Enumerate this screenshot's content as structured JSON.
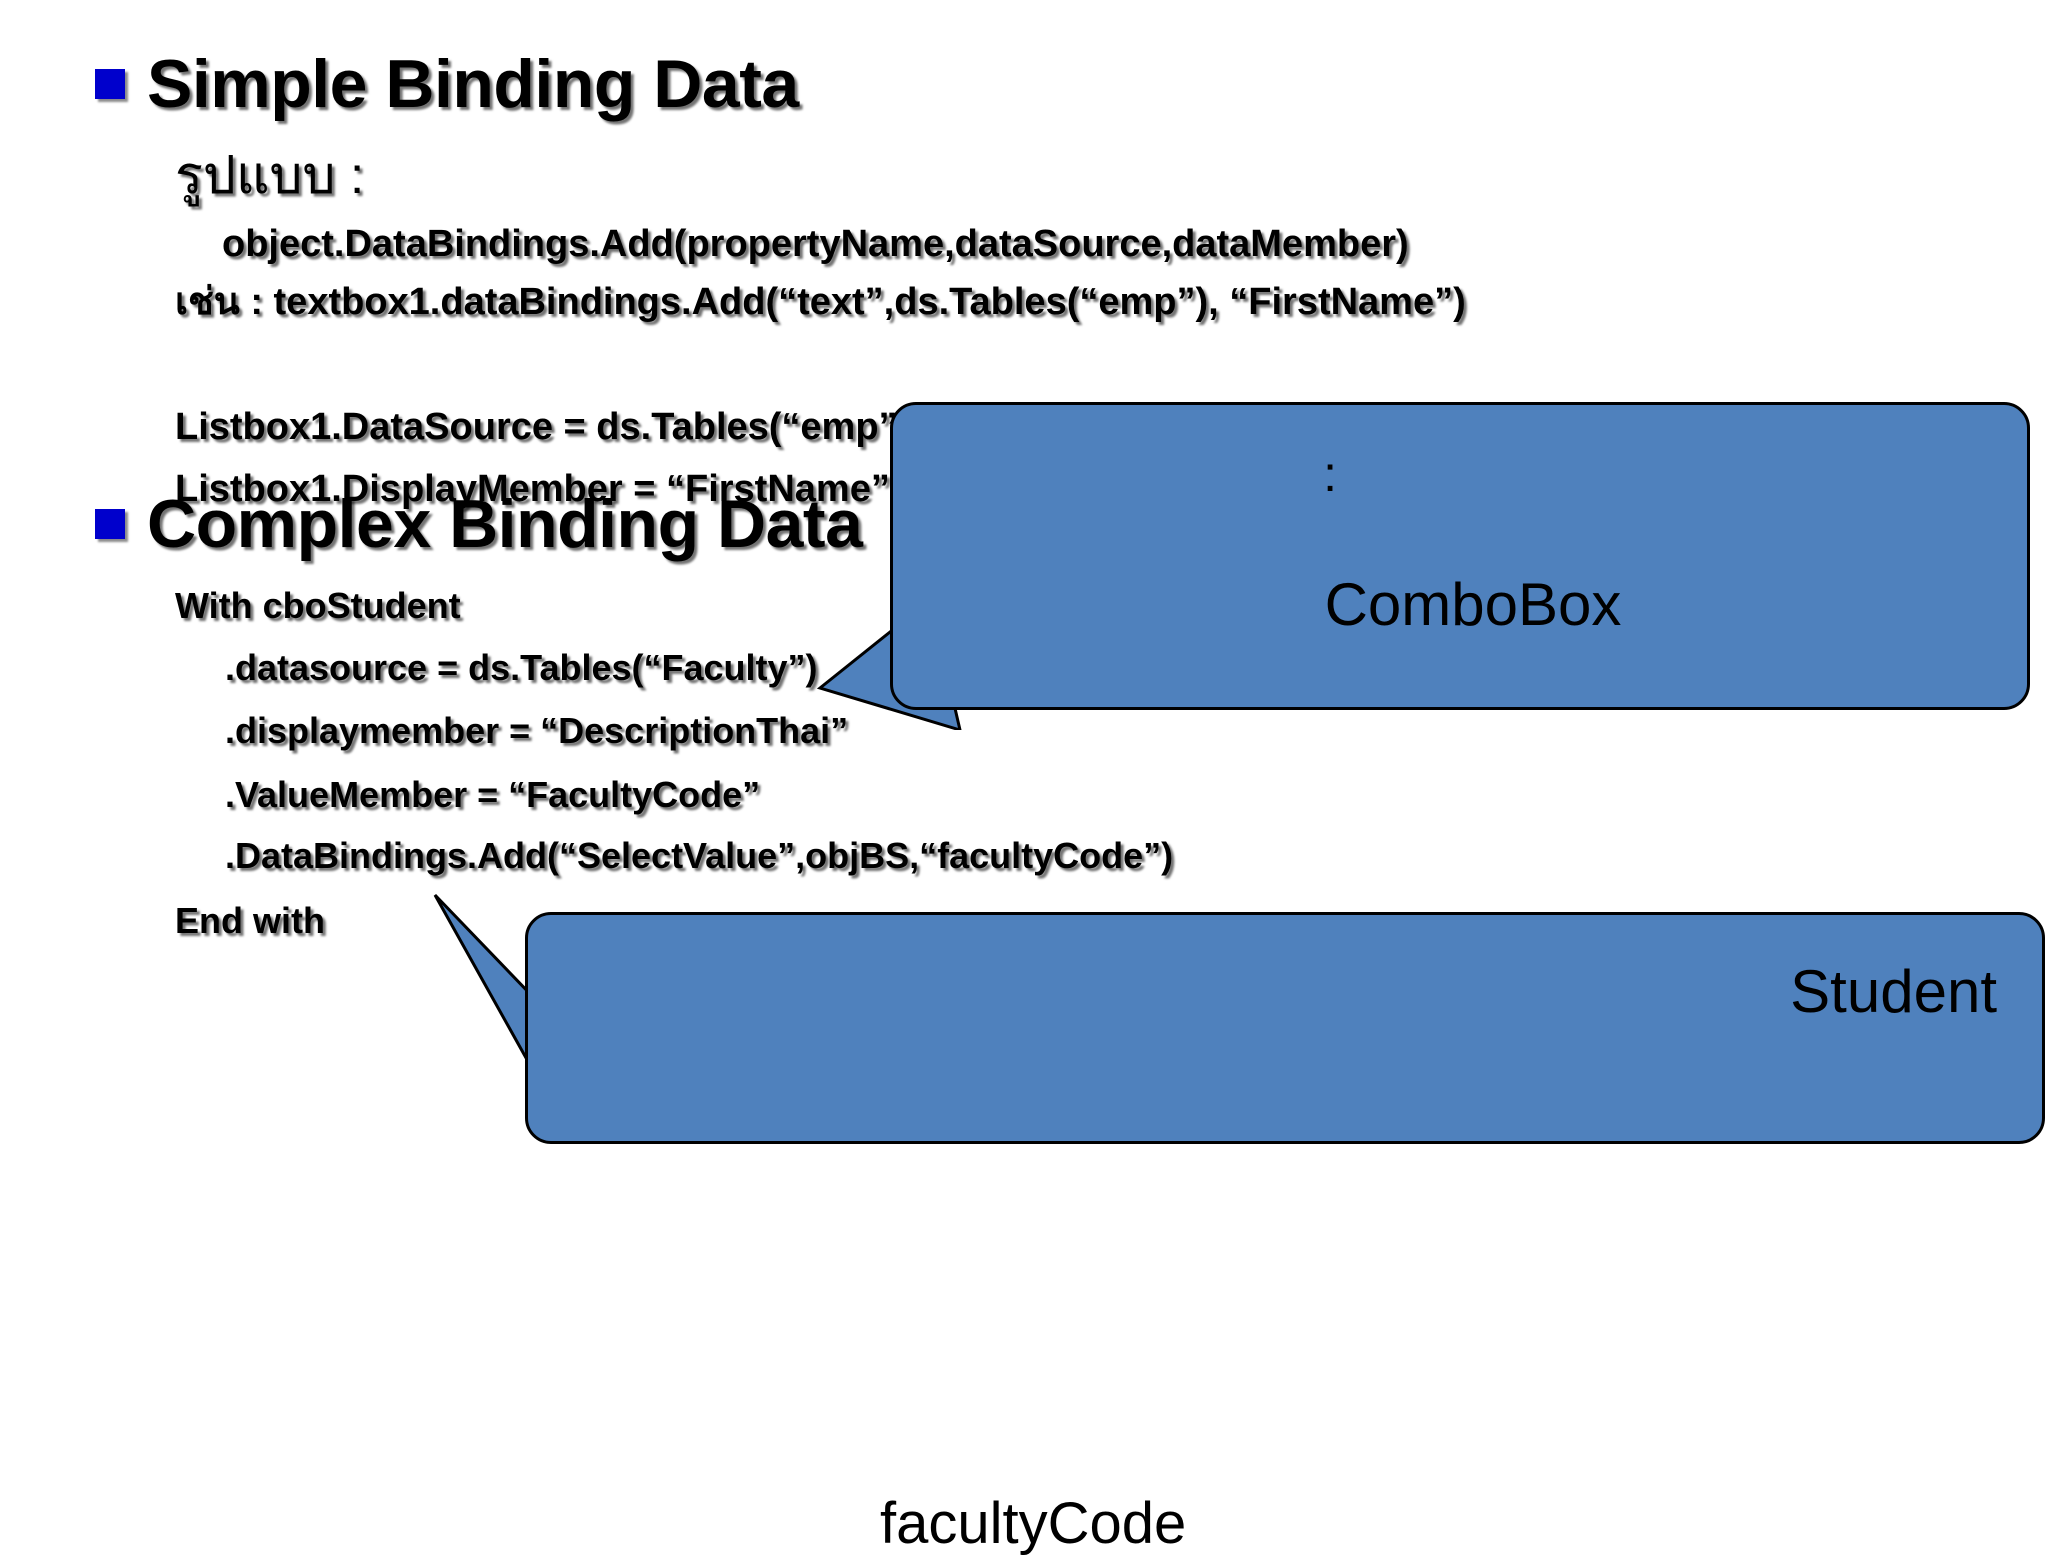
{
  "slide": {
    "background": "#ffffff",
    "bullet_color": "#0000CC",
    "callout_fill": "#4F81BD",
    "callout_border": "#000000"
  },
  "sections": [
    {
      "heading": "Simple Binding Data",
      "format_label": "รูปแบบ :",
      "lines": [
        "object.DataBindings.Add(propertyName,dataSource,dataMember)",
        "เช่น  : textbox1.dataBindings.Add(“text”,ds.Tables(“emp”), “FirstName”)",
        "Listbox1.DataSource = ds.Tables(“emp”)",
        "Listbox1.DisplayMember = “FirstName”"
      ]
    },
    {
      "heading": "Complex Binding Data",
      "lines": [
        "With cboStudent",
        ".datasource = ds.Tables(“Faculty”)",
        ".displaymember = “DescriptionThai”",
        ".ValueMember = “FacultyCode”",
        ".DataBindings.Add(“SelectValue”,objBS,“facultyCode”)",
        "End with"
      ]
    }
  ],
  "callouts": [
    {
      "name": "combobox",
      "colon": ":",
      "label": "ComboBox"
    },
    {
      "name": "student",
      "label": "Student"
    }
  ],
  "bottom_fragment": "facultyCode"
}
